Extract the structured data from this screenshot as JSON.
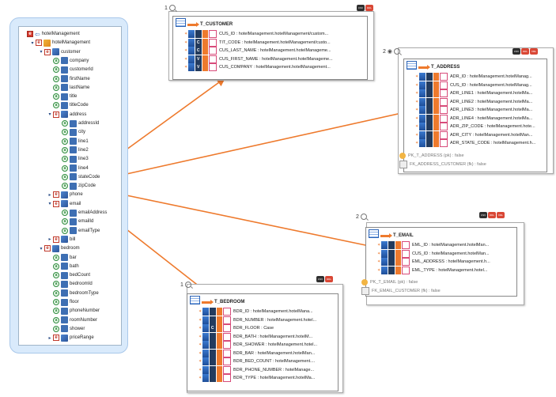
{
  "tree": {
    "root": "hotelManagement",
    "rows": [
      {
        "depth": 0,
        "tog": "",
        "kind": "root",
        "label": "hotelManagement"
      },
      {
        "depth": 1,
        "tog": "▾",
        "kind": "key",
        "label": "hotelManagement"
      },
      {
        "depth": 2,
        "tog": "▾",
        "kind": "star",
        "label": "customer"
      },
      {
        "depth": 3,
        "tog": "",
        "kind": "attr",
        "label": "company"
      },
      {
        "depth": 3,
        "tog": "",
        "kind": "attr",
        "label": "customerId"
      },
      {
        "depth": 3,
        "tog": "",
        "kind": "attr",
        "label": "firstName"
      },
      {
        "depth": 3,
        "tog": "",
        "kind": "attr",
        "label": "lastName"
      },
      {
        "depth": 3,
        "tog": "",
        "kind": "attr",
        "label": "title"
      },
      {
        "depth": 3,
        "tog": "",
        "kind": "attr",
        "label": "titleCode"
      },
      {
        "depth": 3,
        "tog": "▾",
        "kind": "star",
        "label": "address"
      },
      {
        "depth": 4,
        "tog": "",
        "kind": "attr",
        "label": "addressId"
      },
      {
        "depth": 4,
        "tog": "",
        "kind": "attr",
        "label": "city"
      },
      {
        "depth": 4,
        "tog": "",
        "kind": "attr",
        "label": "line1"
      },
      {
        "depth": 4,
        "tog": "",
        "kind": "attr",
        "label": "line2"
      },
      {
        "depth": 4,
        "tog": "",
        "kind": "attr",
        "label": "line3"
      },
      {
        "depth": 4,
        "tog": "",
        "kind": "attr",
        "label": "line4"
      },
      {
        "depth": 4,
        "tog": "",
        "kind": "attr",
        "label": "stateCode"
      },
      {
        "depth": 4,
        "tog": "",
        "kind": "attr",
        "label": "zipCode"
      },
      {
        "depth": 3,
        "tog": "▸",
        "kind": "star",
        "label": "phone"
      },
      {
        "depth": 3,
        "tog": "▾",
        "kind": "star",
        "label": "email"
      },
      {
        "depth": 4,
        "tog": "",
        "kind": "attr",
        "label": "emailAddress"
      },
      {
        "depth": 4,
        "tog": "",
        "kind": "attr",
        "label": "emailId"
      },
      {
        "depth": 4,
        "tog": "",
        "kind": "attr",
        "label": "emailType"
      },
      {
        "depth": 3,
        "tog": "▸",
        "kind": "star",
        "label": "bill"
      },
      {
        "depth": 2,
        "tog": "▾",
        "kind": "star",
        "label": "bedroom"
      },
      {
        "depth": 3,
        "tog": "",
        "kind": "attr",
        "label": "bar"
      },
      {
        "depth": 3,
        "tog": "",
        "kind": "attr",
        "label": "bath"
      },
      {
        "depth": 3,
        "tog": "",
        "kind": "attr",
        "label": "bedCount"
      },
      {
        "depth": 3,
        "tog": "",
        "kind": "attr",
        "label": "bedroomId"
      },
      {
        "depth": 3,
        "tog": "",
        "kind": "attr",
        "label": "bedroomType"
      },
      {
        "depth": 3,
        "tog": "",
        "kind": "attr",
        "label": "floor"
      },
      {
        "depth": 3,
        "tog": "",
        "kind": "attr",
        "label": "phoneNumber"
      },
      {
        "depth": 3,
        "tog": "",
        "kind": "attr",
        "label": "roomNumber"
      },
      {
        "depth": 3,
        "tog": "",
        "kind": "attr",
        "label": "shower"
      },
      {
        "depth": 3,
        "tog": "▸",
        "kind": "star",
        "label": "priceRange"
      }
    ]
  },
  "tables": [
    {
      "id": "customer",
      "number": "1",
      "title": "T_CUSTOMER",
      "eye": false,
      "badges": [
        "CSV",
        "DDL"
      ],
      "columns": [
        {
          "code": "",
          "text": "CUS_ID : hotelManagement.hotelManagement/custom..."
        },
        {
          "code": "C",
          "text": "TIT_CODE : hotelManagement.hotelManagement/custo..."
        },
        {
          "code": "C",
          "text": "CUS_LAST_NAME : hotelManagement.hotelManageme..."
        },
        {
          "code": "V",
          "text": "CUS_FIRST_NAME : hotelManagement.hotelManageme..."
        },
        {
          "code": "V",
          "text": "CUS_COMPANY : hotelManagement.hotelManagement..."
        }
      ],
      "keys": []
    },
    {
      "id": "address",
      "number": "2",
      "title": "T_ADDRESS",
      "eye": true,
      "badges": [
        "CSV",
        "DDL",
        "XML"
      ],
      "columns": [
        {
          "code": "",
          "text": "ADR_ID : hotelManagement.hotelManag..."
        },
        {
          "code": "",
          "text": "CUS_ID : hotelManagement.hotelManag..."
        },
        {
          "code": "",
          "text": "ADR_LINE1 : hotelManagement.hotelMa..."
        },
        {
          "code": "",
          "text": "ADR_LINE2 : hotelManagement.hotelMa..."
        },
        {
          "code": "",
          "text": "ADR_LINE3 : hotelManagement.hotelMa..."
        },
        {
          "code": "",
          "text": "ADR_LINE4 : hotelManagement.hotelMa..."
        },
        {
          "code": "",
          "text": "ADR_ZIP_CODE : hotelManagement.hote..."
        },
        {
          "code": "",
          "text": "ADR_CITY : hotelManagement.hotelMan..."
        },
        {
          "code": "",
          "text": "ADR_STATE_CODE : hotelManagement.h..."
        }
      ],
      "keys": [
        {
          "type": "pk",
          "text": "PK_T_ADDRESS (pk) : false"
        },
        {
          "type": "fk",
          "text": "FK_ADDRESS_CUSTOMER (fk) : false"
        }
      ]
    },
    {
      "id": "email",
      "number": "2",
      "title": "T_EMAIL",
      "eye": false,
      "badges": [
        "CSV",
        "DDL",
        "XML"
      ],
      "columns": [
        {
          "code": "",
          "text": "EML_ID : hotelManagement.hotelMan..."
        },
        {
          "code": "",
          "text": "CUS_ID : hotelManagement.hotelMan..."
        },
        {
          "code": "",
          "text": "EML_ADDRESS : hotelManagement.h..."
        },
        {
          "code": "",
          "text": "EML_TYPE : hotelManagement.hotel..."
        }
      ],
      "keys": [
        {
          "type": "pk",
          "text": "PK_T_EMAIL (pk) : false"
        },
        {
          "type": "fk",
          "text": "FK_EMAIL_CUSTOMER (fk) : false"
        }
      ]
    },
    {
      "id": "bedroom",
      "number": "1",
      "title": "T_BEDROOM",
      "eye": false,
      "badges": [
        "CSV",
        "DDL"
      ],
      "columns": [
        {
          "code": "",
          "text": "BDR_ID : hotelManagement.hotelMana..."
        },
        {
          "code": "",
          "text": "BDR_NUMBER : hotelManagement.hotel..."
        },
        {
          "code": "C",
          "text": "BDR_FLOOR : Case"
        },
        {
          "code": "",
          "text": "BDR_BATH : hotelManagement.hotelM..."
        },
        {
          "code": "",
          "text": "BDR_SHOWER : hotelManagement.hotel..."
        },
        {
          "code": "",
          "text": "BDR_BAR : hotelManagement.hotelMan..."
        },
        {
          "code": "",
          "text": "BDR_BED_COUNT : hotelManagement...."
        },
        {
          "code": "",
          "text": "BDR_PHONE_NUMBER : hotelManage..."
        },
        {
          "code": "",
          "text": "BDR_TYPE : hotelManagement.hotelMa..."
        }
      ],
      "keys": []
    }
  ],
  "colors": {
    "arrow": "#ee7a2d",
    "panel": "#d9eafb",
    "accent": "#2b63b6"
  }
}
